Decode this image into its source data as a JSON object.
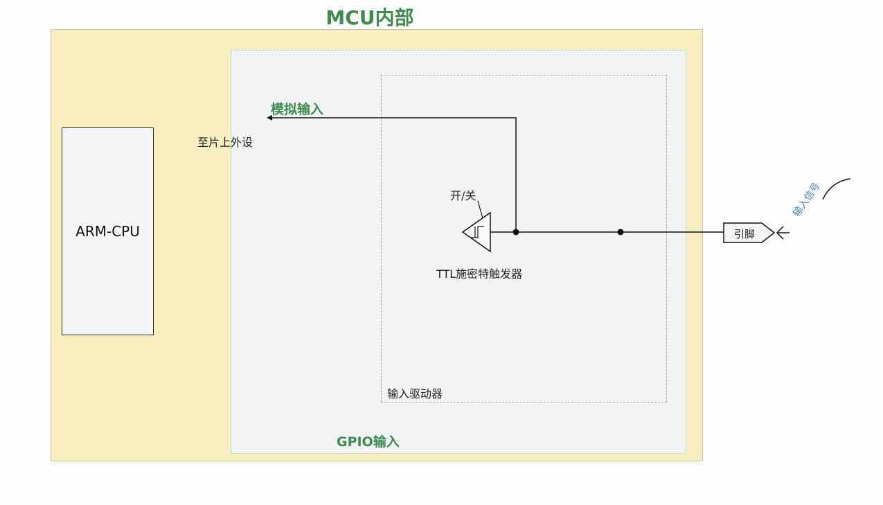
{
  "title": "MCU内部",
  "cpu": {
    "label": "ARM-CPU"
  },
  "gpio": {
    "label": "GPIO输入"
  },
  "driver": {
    "label": "输入驱动器"
  },
  "analog": {
    "label": "模拟输入",
    "dest_label": "至片上外设"
  },
  "schmitt": {
    "label": "TTL施密特触发器",
    "switch_label": "开/关"
  },
  "pin": {
    "label": "引脚"
  },
  "signal": {
    "label": "输入信号"
  },
  "colors": {
    "mcu_fill": "#f8efc0",
    "gpio_fill": "#f1f3f5",
    "green_text": "#3f8a4e",
    "signal_text": "#4a7fb5"
  }
}
